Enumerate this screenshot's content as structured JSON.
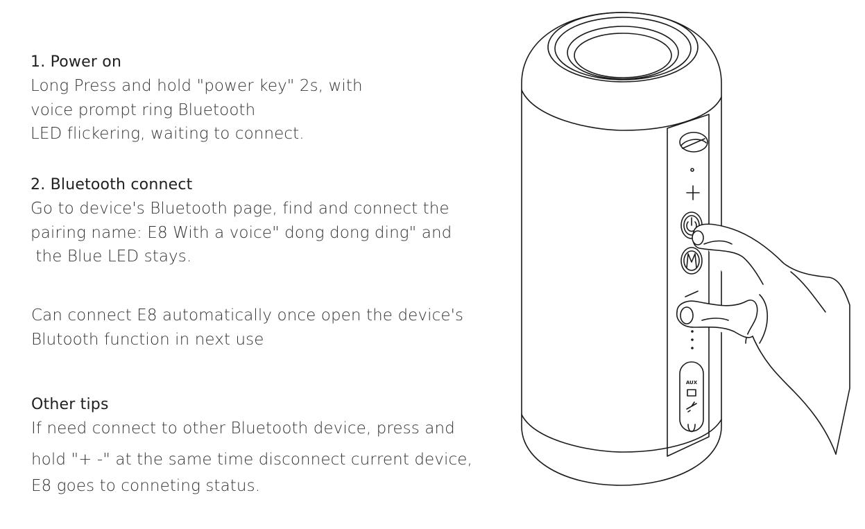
{
  "sections": {
    "power_on": {
      "heading": "1. Power on",
      "lines": [
        "Long Press and hold \"power key\" 2s, with",
        "voice prompt ring Bluetooth",
        "LED flickering, waiting to connect."
      ]
    },
    "bluetooth_connect": {
      "heading": "2. Bluetooth connect",
      "lines": [
        "Go to device's Bluetooth page, find and connect the",
        "pairing name: E8 With a voice\" dong dong ding\" and",
        " the Blue LED stays."
      ]
    },
    "auto_connect": {
      "lines": [
        "Can connect E8 automatically once open the device's",
        "Blutooth function in next use"
      ]
    },
    "other_tips": {
      "heading": "Other tips",
      "lines": [
        "If need connect to other Bluetooth device, press and",
        "hold \"+ -\" at the same time disconnect current device,",
        "E8 goes to conneting status."
      ]
    }
  },
  "illustration": {
    "port_label": "AUX",
    "buttons": [
      "+",
      "power",
      "M",
      "-"
    ],
    "line_color": "#1a1a1a"
  }
}
